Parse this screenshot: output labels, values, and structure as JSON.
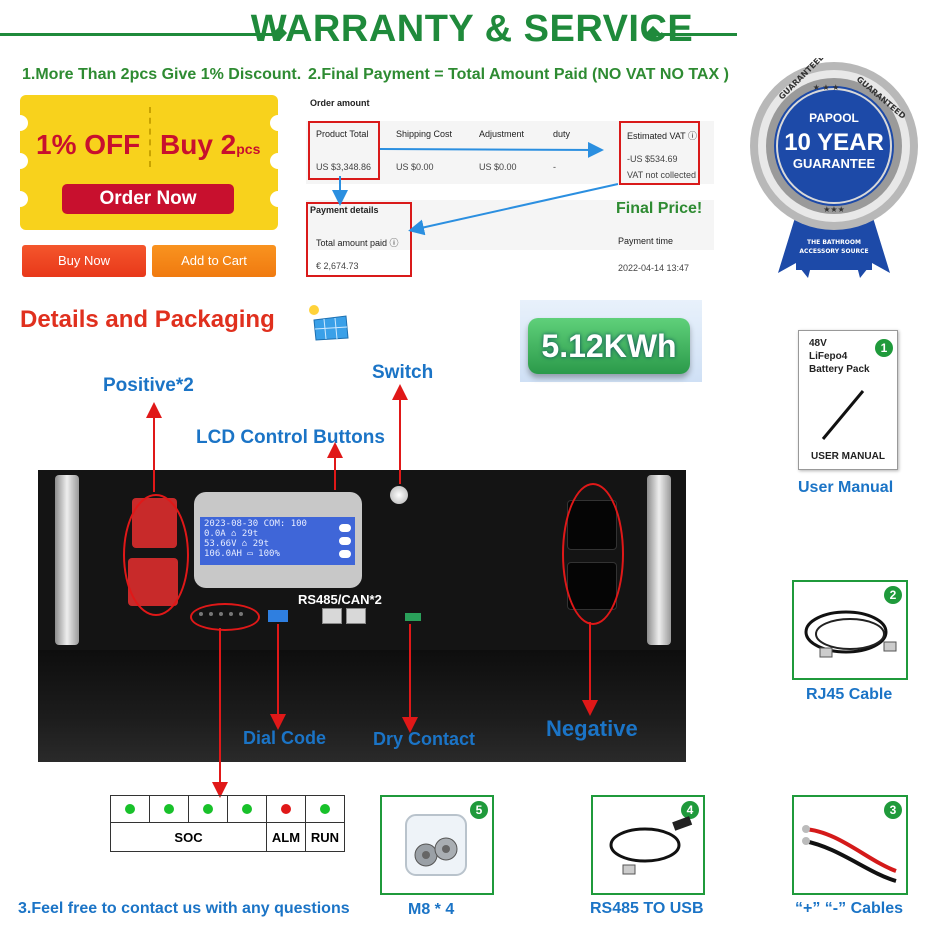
{
  "header": {
    "title": "WARRANTY & SERVICE",
    "line_color": "#1f8a3b"
  },
  "discount": {
    "caption": "1.More Than 2pcs Give 1% Discount.",
    "off_label": "1% OFF",
    "buy_label": "Buy 2",
    "buy_suffix": "pcs",
    "order_now": "Order Now",
    "buy_now": "Buy Now",
    "add_to_cart": "Add to Cart"
  },
  "payment": {
    "caption": "2.Final Payment = Total Amount Paid (NO VAT NO TAX )",
    "order_amount": "Order amount",
    "headers": [
      "Product Total",
      "Shipping Cost",
      "Adjustment",
      "duty",
      "Estimated VAT"
    ],
    "values": [
      "US $3,348.86",
      "US $0.00",
      "US $0.00",
      "-",
      "-US $534.69"
    ],
    "vat_note": "VAT not collected",
    "payment_details": "Payment details",
    "total_amount_paid": "Total amount paid",
    "total_value": "€ 2,674.73",
    "payment_time_label": "Payment time",
    "payment_time": "2022-04-14 13:47",
    "final_price": "Final Price!"
  },
  "guarantee": {
    "top_left": "GUARANTEED",
    "top_right": "GUARANTEED",
    "brand": "PAPOOL",
    "years": "10 YEAR",
    "word": "GUARANTEE",
    "ribbon_line1": "THE BATHROOM",
    "ribbon_line2": "ACCESSORY SOURCE"
  },
  "details": {
    "title": "Details and Packaging",
    "capacity": "5.12KWh"
  },
  "labels": {
    "positive": "Positive*2",
    "switch": "Switch",
    "lcd_buttons": "LCD Control Buttons",
    "rs485": "RS485/CAN*2",
    "dial_code": "Dial Code",
    "dry_contact": "Dry Contact",
    "negative": "Negative"
  },
  "lcd": {
    "line1": "2023-08-30  COM: 100",
    "line2": "  0.0A  ⌂  29t",
    "line3": " 53.66V  ⌂  29t",
    "line4": "106.0AH  ▭ 100%"
  },
  "soc": {
    "leds": [
      "#18c12a",
      "#18c12a",
      "#18c12a",
      "#18c12a",
      "#e01818",
      "#18c12a"
    ],
    "soc_label": "SOC",
    "alm_label": "ALM",
    "run_label": "RUN"
  },
  "accessories": {
    "manual_title_1": "48V",
    "manual_title_2": "LiFepo4",
    "manual_title_3": "Battery Pack",
    "manual_footer": "USER MANUAL",
    "user_manual": "User Manual",
    "rj45": "RJ45 Cable",
    "m8": "M8 * 4",
    "rs485_usb": "RS485 TO USB",
    "cables": "“+” “-” Cables",
    "n1": "1",
    "n2": "2",
    "n3": "3",
    "n4": "4",
    "n5": "5"
  },
  "contact": "3.Feel free to contact us with any questions"
}
